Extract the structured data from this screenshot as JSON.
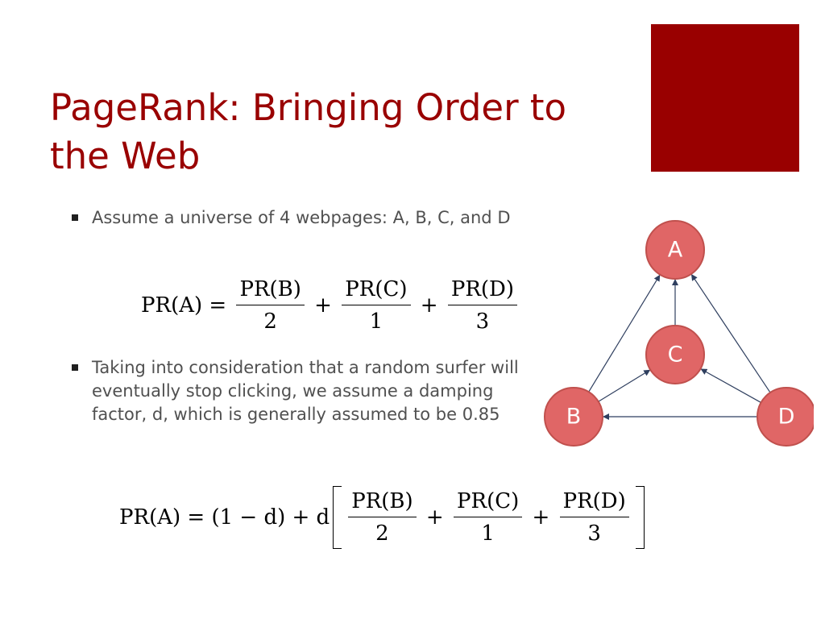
{
  "slide": {
    "title_line1": "PageRank: Bringing Order to",
    "title_line2": "the Web",
    "bullets": [
      "Assume a universe of 4 webpages: A, B, C, and D",
      "Taking into consideration that a random surfer will eventually stop clicking, we assume a damping factor, d, which is generally assumed to be 0.85"
    ]
  },
  "formula1": {
    "lhs": "PR(A) = ",
    "terms": [
      {
        "num": "PR(B)",
        "den": "2"
      },
      {
        "num": "PR(C)",
        "den": "1"
      },
      {
        "num": "PR(D)",
        "den": "3"
      }
    ],
    "op": " + "
  },
  "formula2": {
    "lhs": "PR(A) = (1 − d) + d",
    "terms": [
      {
        "num": "PR(B)",
        "den": "2"
      },
      {
        "num": "PR(C)",
        "den": "1"
      },
      {
        "num": "PR(D)",
        "den": "3"
      }
    ],
    "op": " + "
  },
  "graph": {
    "nodes": [
      "A",
      "B",
      "C",
      "D"
    ],
    "edges": [
      {
        "from": "B",
        "to": "A"
      },
      {
        "from": "C",
        "to": "A"
      },
      {
        "from": "D",
        "to": "A"
      },
      {
        "from": "B",
        "to": "C"
      },
      {
        "from": "D",
        "to": "C"
      },
      {
        "from": "D",
        "to": "B"
      }
    ],
    "colors": {
      "node_fill": "#e06666",
      "node_stroke": "#c0504d",
      "edge": "#2f3f5f"
    }
  },
  "theme": {
    "accent": "#990000",
    "text": "#505050"
  }
}
